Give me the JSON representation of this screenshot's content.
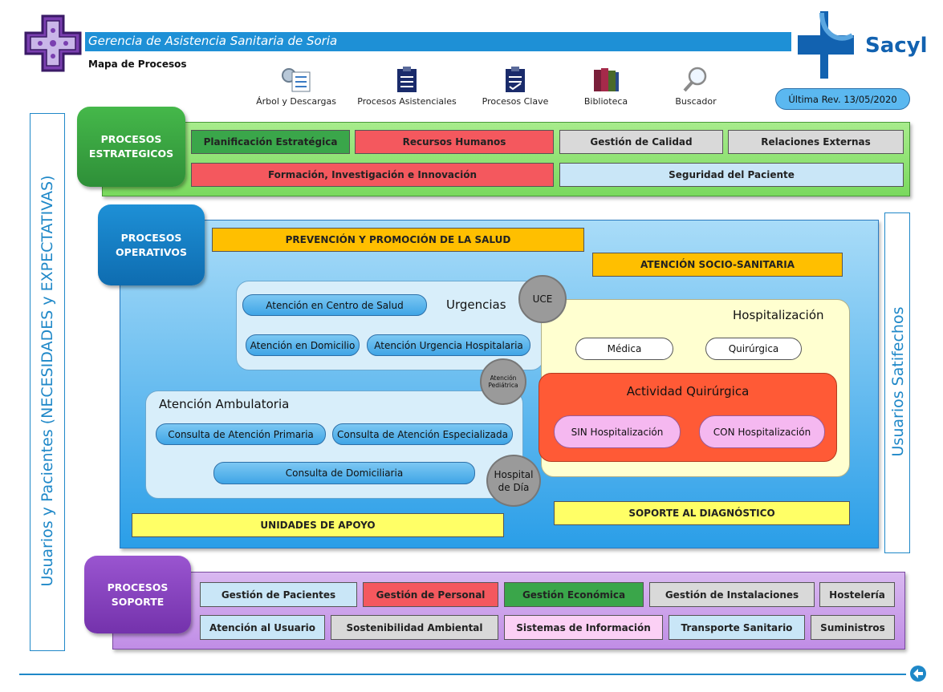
{
  "header": {
    "org_title": "Gerencia de Asistencia Sanitaria de Soria",
    "subtitle": "Mapa de Procesos",
    "brand": "Sacyl",
    "revision": "Última Rev. 13/05/2020"
  },
  "toolbar": [
    {
      "label": "Árbol y Descargas",
      "icon": "tree-download-icon"
    },
    {
      "label": "Procesos Asistenciales",
      "icon": "clipboard-icon"
    },
    {
      "label": "Procesos Clave",
      "icon": "clipboard-check-icon"
    },
    {
      "label": "Biblioteca",
      "icon": "books-icon"
    },
    {
      "label": "Buscador",
      "icon": "magnifier-icon"
    }
  ],
  "side_labels": {
    "left": "Usuarios y Pacientes (NECESIDADES y EXPECTATIVAS)",
    "right": "Usuarios Satifechos"
  },
  "strategic": {
    "title_line1": "PROCESOS",
    "title_line2": "ESTRATEGICOS",
    "items": [
      "Planificación Estratégica",
      "Recursos Humanos",
      "Gestión de Calidad",
      "Relaciones Externas",
      "Formación, Investigación e Innovación",
      "Seguridad del Paciente"
    ]
  },
  "operative": {
    "title_line1": "PROCESOS",
    "title_line2": "OPERATIVOS",
    "prevention": "PREVENCIÓN Y PROMOCIÓN DE LA SALUD",
    "socio": "ATENCIÓN SOCIO-SANITARIA",
    "urgencias": {
      "title": "Urgencias",
      "items": [
        "Atención en Centro de Salud",
        "Atención en Domicilio",
        "Atención Urgencia Hospitalaria"
      ]
    },
    "uce": "UCE",
    "pediatrica_line1": "Atención",
    "pediatrica_line2": "Pediátrica",
    "hospitalizacion": {
      "title": "Hospitalización",
      "items": [
        "Médica",
        "Quirúrgica"
      ]
    },
    "quirurgica": {
      "title": "Actividad Quirúrgica",
      "items": [
        "SIN Hospitalización",
        "CON Hospitalización"
      ]
    },
    "ambulatoria": {
      "title": "Atención Ambulatoria",
      "items": [
        "Consulta de Atención Primaria",
        "Consulta de Atención Especializada",
        "Consulta de Domiciliaria"
      ]
    },
    "hospital_dia_line1": "Hospital",
    "hospital_dia_line2": "de Día",
    "diagnostico": "SOPORTE AL DIAGNÓSTICO",
    "apoyo": "UNIDADES DE APOYO"
  },
  "support": {
    "title_line1": "PROCESOS",
    "title_line2": "SOPORTE",
    "items": [
      "Gestión de Pacientes",
      "Gestión de Personal",
      "Gestión Económica",
      "Gestión de Instalaciones",
      "Hostelería",
      "Atención al Usuario",
      "Sostenibilidad Ambiental",
      "Sistemas de Información",
      "Transporte Sanitario",
      "Suministros"
    ]
  },
  "colors": {
    "accent_blue": "#1e90d6",
    "green": "#3aa64a",
    "red": "#f4585e",
    "gray": "#d9d9d9",
    "light_blue": "#c9e6f7",
    "yellow": "#ffff66",
    "orange": "#ffbf00",
    "purple": "#8d45c2"
  }
}
